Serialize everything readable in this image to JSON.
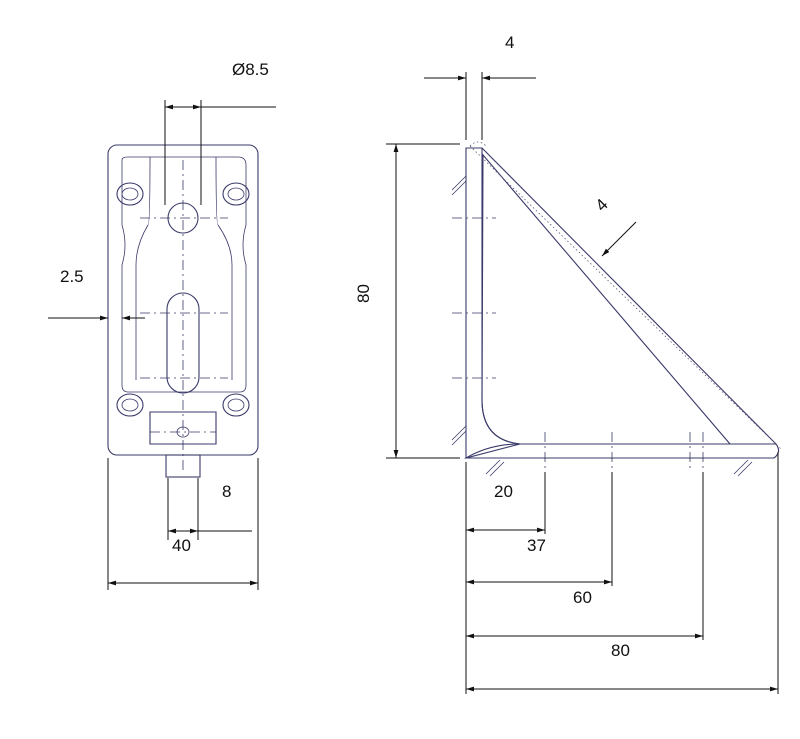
{
  "dimensions": {
    "hole_diameter": "Ø8.5",
    "wall_thickness": "2.5",
    "slot_width": "8",
    "base_width": "40",
    "wall_top": "4",
    "rib_thickness": "4",
    "height": "80",
    "x_20": "20",
    "x_37": "37",
    "x_60": "60",
    "x_80": "80"
  },
  "colors": {
    "outline": "#3a3a6a",
    "dimension": "#111111",
    "background": "#ffffff"
  }
}
